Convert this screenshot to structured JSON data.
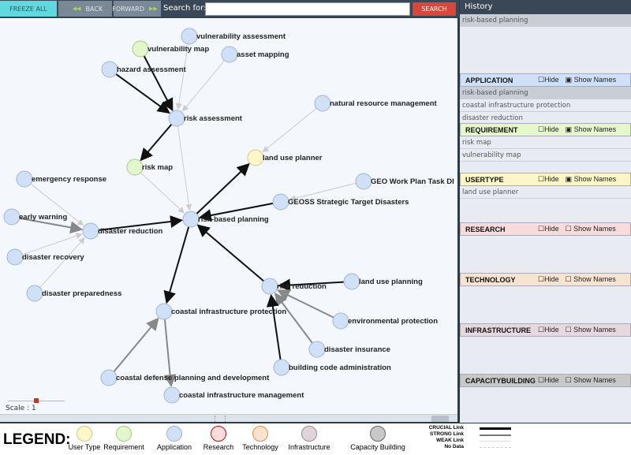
{
  "toolbar": {
    "freeze": "FREEZE ALL",
    "back": "BACK",
    "forward": "FORWARD",
    "search_label": "Search for:",
    "search_value": "",
    "search_button": "SEARCH"
  },
  "history": {
    "title": "History",
    "items": [
      "risk-based planning"
    ]
  },
  "sections": [
    {
      "name": "APPLICATION",
      "hide": "Hide",
      "show": "Show Names",
      "hide_checked": false,
      "show_checked": true,
      "color": "#cfe0f7",
      "items": [
        "risk-based planning",
        "coastal infrastructure protection",
        "disaster reduction"
      ]
    },
    {
      "name": "REQUIREMENT",
      "hide": "Hide",
      "show": "Show Names",
      "hide_checked": false,
      "show_checked": true,
      "color": "#e6f7cc",
      "items": [
        "risk map",
        "vulnerability map"
      ]
    },
    {
      "name": "USERTYPE",
      "hide": "Hide",
      "show": "Show Names",
      "hide_checked": false,
      "show_checked": true,
      "color": "#fbf6c8",
      "items": [
        "land use planner"
      ]
    },
    {
      "name": "RESEARCH",
      "hide": "Hide",
      "show": "Show Names",
      "hide_checked": false,
      "show_checked": false,
      "color": "#f8dcdc",
      "items": []
    },
    {
      "name": "TECHNOLOGY",
      "hide": "Hide",
      "show": "Show Names",
      "hide_checked": false,
      "show_checked": false,
      "color": "#f6e3d0",
      "items": []
    },
    {
      "name": "INFRASTRUCTURE",
      "hide": "Hide",
      "show": "Show Names",
      "hide_checked": false,
      "show_checked": false,
      "color": "#e6d8de",
      "items": []
    },
    {
      "name": "CAPACITYBUILDING",
      "hide": "Hide",
      "show": "Show Names",
      "hide_checked": false,
      "show_checked": false,
      "color": "#c8c8c8",
      "items": []
    }
  ],
  "scale": {
    "label": "Scale : 1",
    "value": 1
  },
  "graph": {
    "types": {
      "application": {
        "fill": "#cfe0f7",
        "stroke": "#9fb6d6"
      },
      "requirement": {
        "fill": "#e3f6cc",
        "stroke": "#a9c98a"
      },
      "usertype": {
        "fill": "#fbf7c8",
        "stroke": "#cfc98a"
      }
    },
    "nodes": [
      {
        "id": "va",
        "label": "vulnerability assessment",
        "type": "application"
      },
      {
        "id": "vm",
        "label": "vulnerability map",
        "type": "requirement"
      },
      {
        "id": "am",
        "label": "asset mapping",
        "type": "application"
      },
      {
        "id": "ha",
        "label": "hazard assessment",
        "type": "application"
      },
      {
        "id": "ra",
        "label": "risk assessment",
        "type": "application"
      },
      {
        "id": "nrm",
        "label": "natural resource management",
        "type": "application"
      },
      {
        "id": "lup",
        "label": "land use planner",
        "type": "usertype"
      },
      {
        "id": "rm",
        "label": "risk map",
        "type": "requirement"
      },
      {
        "id": "er",
        "label": "emergency response",
        "type": "application"
      },
      {
        "id": "geo",
        "label": "GEO Work Plan Task DI",
        "type": "application"
      },
      {
        "id": "geoss",
        "label": "GEOSS Strategic Target Disasters",
        "type": "application"
      },
      {
        "id": "ew",
        "label": "early warning",
        "type": "application"
      },
      {
        "id": "rbp",
        "label": "risk-based planning",
        "type": "application"
      },
      {
        "id": "dr",
        "label": "disaster reduction",
        "type": "application"
      },
      {
        "id": "drec",
        "label": "disaster recovery",
        "type": "application"
      },
      {
        "id": "dp",
        "label": "disaster preparedness",
        "type": "application"
      },
      {
        "id": "rr",
        "label": "risk reduction",
        "type": "application"
      },
      {
        "id": "lupl",
        "label": "land use planning",
        "type": "application"
      },
      {
        "id": "cip",
        "label": "coastal infrastructure protection",
        "type": "application"
      },
      {
        "id": "ep",
        "label": "environmental protection",
        "type": "application"
      },
      {
        "id": "di",
        "label": "disaster insurance",
        "type": "application"
      },
      {
        "id": "bca",
        "label": "building code administration",
        "type": "application"
      },
      {
        "id": "cdpd",
        "label": "coastal defense planning and development",
        "type": "application"
      },
      {
        "id": "cim",
        "label": "coastal infrastructure management",
        "type": "application"
      }
    ],
    "edges": [
      [
        "ha",
        "ra",
        "crucial"
      ],
      [
        "vm",
        "ra",
        "crucial"
      ],
      [
        "va",
        "ra",
        "weak"
      ],
      [
        "am",
        "ra",
        "weak"
      ],
      [
        "ra",
        "rm",
        "crucial"
      ],
      [
        "ra",
        "rbp",
        "weak"
      ],
      [
        "rm",
        "rbp",
        "weak"
      ],
      [
        "nrm",
        "lup",
        "weak"
      ],
      [
        "rbp",
        "lup",
        "crucial"
      ],
      [
        "geo",
        "geoss",
        "weak"
      ],
      [
        "geoss",
        "rbp",
        "crucial"
      ],
      [
        "dr",
        "rbp",
        "crucial"
      ],
      [
        "er",
        "dr",
        "weak"
      ],
      [
        "ew",
        "dr",
        "strong"
      ],
      [
        "drec",
        "dr",
        "weak"
      ],
      [
        "dp",
        "dr",
        "weak"
      ],
      [
        "rbp",
        "cip",
        "crucial"
      ],
      [
        "rr",
        "rbp",
        "crucial"
      ],
      [
        "lupl",
        "rr",
        "crucial"
      ],
      [
        "ep",
        "rr",
        "strong"
      ],
      [
        "di",
        "rr",
        "strong"
      ],
      [
        "bca",
        "rr",
        "crucial"
      ],
      [
        "cdpd",
        "cip",
        "strong"
      ],
      [
        "cip",
        "cim",
        "strong"
      ]
    ]
  },
  "legend": {
    "title": "LEGEND:",
    "items": [
      {
        "label": "User Type",
        "fill": "#fbf7c8",
        "stroke": "#cfc98a"
      },
      {
        "label": "Requirement",
        "fill": "#e3f6cc",
        "stroke": "#a9c98a"
      },
      {
        "label": "Application",
        "fill": "#cfe0f7",
        "stroke": "#9fb6d6"
      },
      {
        "label": "Research",
        "fill": "#fadcdc",
        "stroke": "#b01010"
      },
      {
        "label": "Technology",
        "fill": "#f8e2d0",
        "stroke": "#e0904a"
      },
      {
        "label": "Infrastructure",
        "fill": "#e0d4da",
        "stroke": "#9a8a92"
      },
      {
        "label": "Capacity Building",
        "fill": "#c8c8c8",
        "stroke": "#666"
      }
    ],
    "links": [
      "CRUCIAL Link",
      "STRONG Link",
      "WEAK Link",
      "No Data"
    ]
  }
}
